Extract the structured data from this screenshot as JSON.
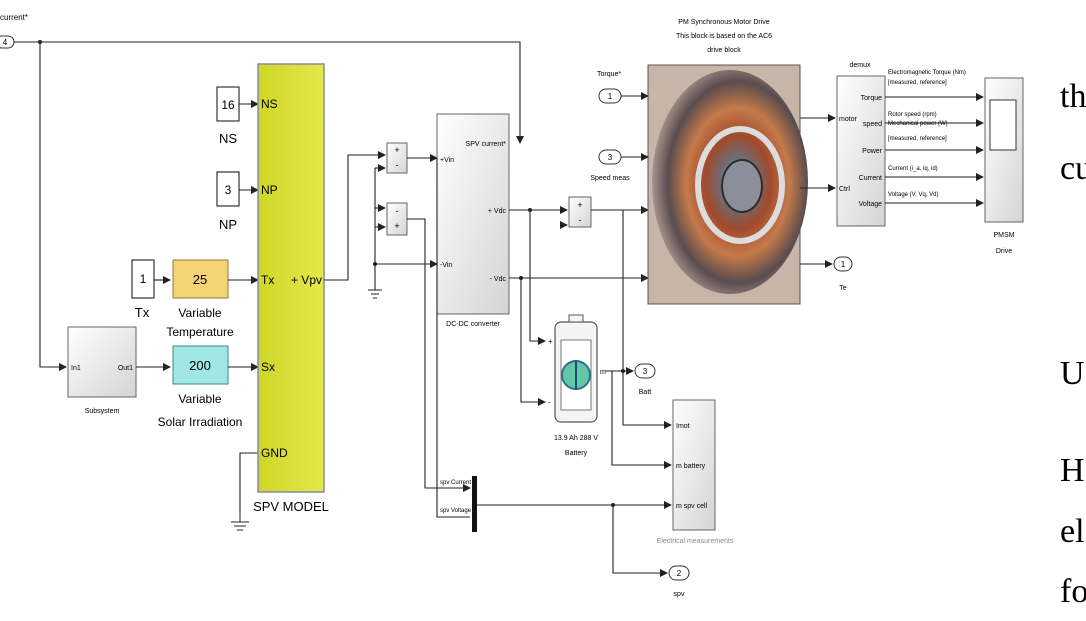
{
  "top_left_label": "current*",
  "top_left_port": "4",
  "spv_model": {
    "title": "SPV MODEL",
    "ports": {
      "ns": "NS",
      "np": "NP",
      "tx": "Tx",
      "sx": "Sx",
      "gnd": "GND",
      "vpv": "+ Vpv"
    }
  },
  "constants": {
    "ns": {
      "value": "16",
      "caption": "NS"
    },
    "np": {
      "value": "3",
      "caption": "NP"
    },
    "tx": {
      "value": "1",
      "caption": "Tx"
    }
  },
  "temperature": {
    "value": "25",
    "caption1": "Variable",
    "caption2": "Temperature"
  },
  "irradiation": {
    "value": "200",
    "caption1": "Variable",
    "caption2": "Solar Irradiation"
  },
  "subsystem": {
    "in": "In1",
    "out": "Out1",
    "caption": "Subsystem"
  },
  "converter": {
    "caption": "DC-DC converter",
    "ports": {
      "spv_current": "SPV current*",
      "plus_vin": "+Vin",
      "minus_vin": "-Vin",
      "plus_vdc": "+ Vdc",
      "minus_vdc": "- Vdc"
    }
  },
  "sum": {
    "plus": "+",
    "minus": "-"
  },
  "motor_drive": {
    "title1": "PM Synchronous Motor Drive",
    "title2": "This block is based on the AC6",
    "title3": "drive block",
    "torque_label": "Torque*",
    "torque_port": "1",
    "speed_label": "Speed meas",
    "speed_port": "3"
  },
  "demux": {
    "title": "demux",
    "ports": [
      "Torque",
      "speed",
      "Power",
      "Current",
      "Voltage"
    ],
    "inputs": [
      "motor",
      "Ctrl"
    ],
    "signals": [
      "Electromagnetic Torque (Nm)",
      "[measured, reference]",
      "Rotor speed (rpm)",
      "Mechanical power (W)",
      "[measured, reference]",
      "Current (i_a, iq, id)",
      "Voltage (V, Vq, Vd)"
    ]
  },
  "scope": {
    "caption1": "PMSM",
    "caption2": "Drive"
  },
  "te": {
    "port": "1",
    "label": "Te"
  },
  "battery": {
    "caption1": "13.9 Ah 288 V",
    "caption2": "Battery",
    "out": "m",
    "plus": "+",
    "minus": "-"
  },
  "batt_out": {
    "port": "3",
    "label": "Batt"
  },
  "measurements": {
    "ports": [
      "Imot",
      "m battery",
      "m spv cell"
    ],
    "caption": "Electrical measurements"
  },
  "mux_labels": {
    "current": "spv Current",
    "voltage": "spv Voltage"
  },
  "spv_out": {
    "port": "2",
    "label": "spv"
  },
  "side_text": [
    "th",
    "cu",
    "U",
    "H",
    "el",
    "fo"
  ]
}
